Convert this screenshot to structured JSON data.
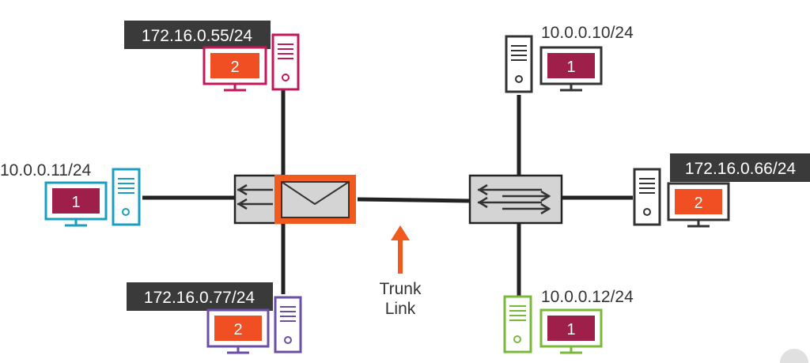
{
  "colors": {
    "magenta": "#c2185b",
    "cyan": "#1a9fc0",
    "purple": "#6b4fa6",
    "dark": "#333333",
    "green": "#7ab83a",
    "orange": "#f05a1f",
    "vlan1_fill": "#9e1f4a",
    "vlan2_fill": "#f04e23",
    "label_bg": "#3a3a3a",
    "switch_fill": "#d4d4d4",
    "link": "#222222"
  },
  "hosts": [
    {
      "id": "host-a",
      "ip": "172.16.0.55/24",
      "vlan": "2",
      "color": "magenta",
      "label_style": "boxed"
    },
    {
      "id": "host-b",
      "ip": "10.0.0.11/24",
      "vlan": "1",
      "color": "cyan",
      "label_style": "plain"
    },
    {
      "id": "host-c",
      "ip": "172.16.0.77/24",
      "vlan": "2",
      "color": "purple",
      "label_style": "boxed"
    },
    {
      "id": "host-d",
      "ip": "10.0.0.10/24",
      "vlan": "1",
      "color": "dark",
      "label_style": "plain"
    },
    {
      "id": "host-e",
      "ip": "172.16.0.66/24",
      "vlan": "2",
      "color": "dark",
      "label_style": "boxed"
    },
    {
      "id": "host-f",
      "ip": "10.0.0.12/24",
      "vlan": "1",
      "color": "green",
      "label_style": "plain"
    }
  ],
  "switches": [
    {
      "id": "switch-left",
      "highlighted": true
    },
    {
      "id": "switch-right",
      "highlighted": false
    }
  ],
  "trunk": {
    "label_line1": "Trunk",
    "label_line2": "Link"
  },
  "icons": [
    "envelope-icon",
    "arrow-up-icon",
    "switch-arrows-icon",
    "monitor-icon",
    "tower-pc-icon"
  ]
}
